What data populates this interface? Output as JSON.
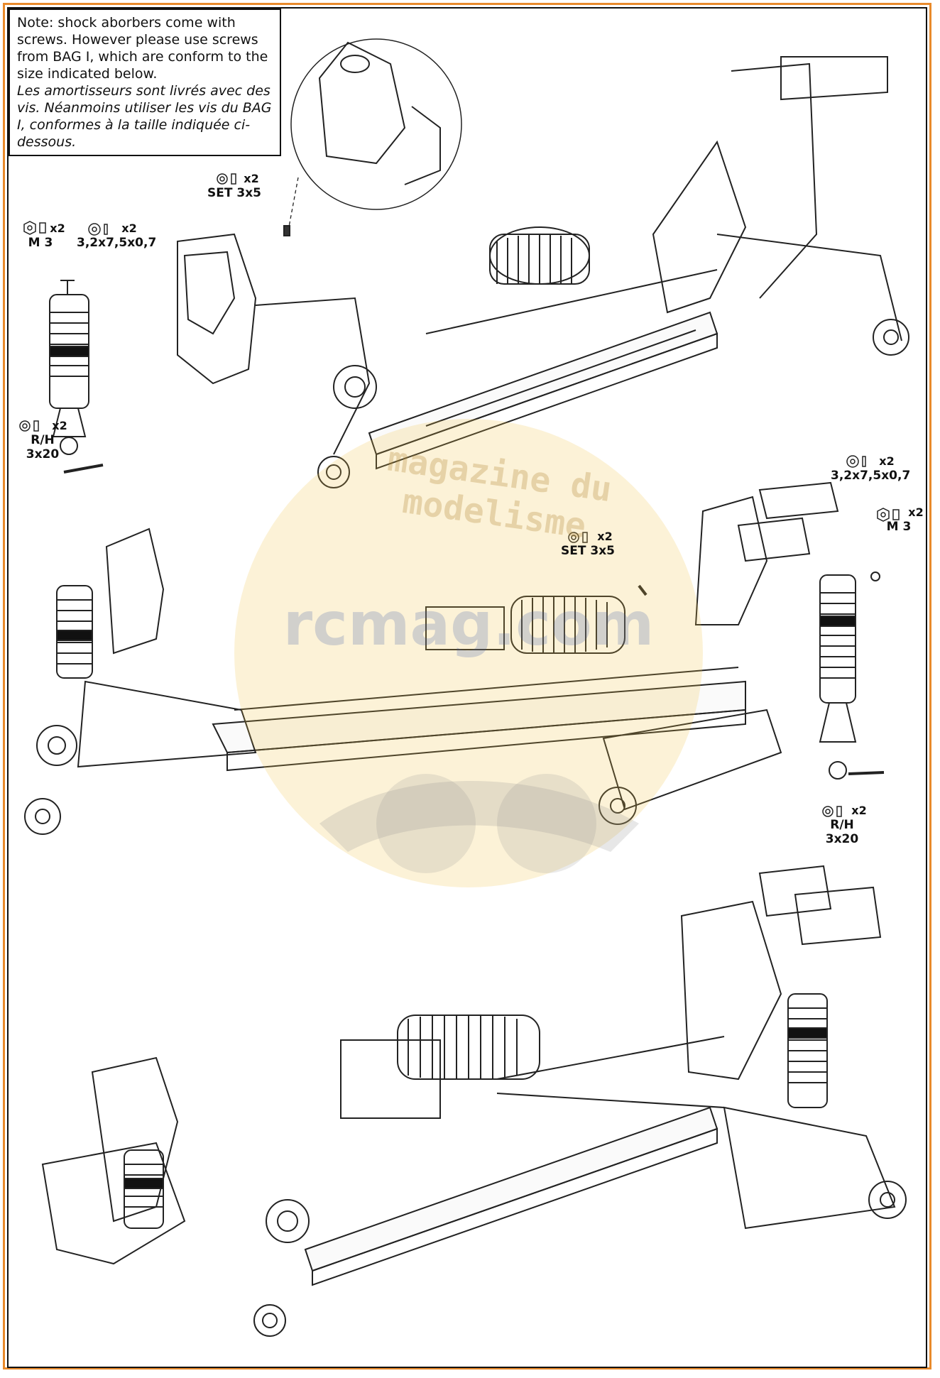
{
  "note": {
    "en": "Note: shock aborbers come with screws. However please use screws from BAG I, which are conform to the size indicated below.",
    "fr": "Les amortisseurs sont livrés avec des vis. Néanmoins utiliser les vis du BAG I, conformes à la taille indiquée ci-dessous."
  },
  "parts_top": [
    {
      "qty": "x2",
      "name": "SET 3x5"
    },
    {
      "qty": "x2",
      "name": "M 3"
    },
    {
      "qty": "x2",
      "name": "3,2x7,5x0,7"
    },
    {
      "qty": "x2",
      "name": "R/H 3x20"
    }
  ],
  "parts_middle": [
    {
      "qty": "x2",
      "name": "3,2x7,5x0,7"
    },
    {
      "qty": "x2",
      "name": "M 3"
    },
    {
      "qty": "x2",
      "name": "SET 3x5"
    },
    {
      "qty": "x2",
      "name": "R/H 3x20"
    }
  ],
  "watermark": {
    "text": "magazine du modelisme",
    "brand": "rcmag.com"
  },
  "colors": {
    "frame_accent": "#e98a2b",
    "watermark_yellow": "#f3c24a",
    "watermark_blue": "#3c5aa8"
  }
}
